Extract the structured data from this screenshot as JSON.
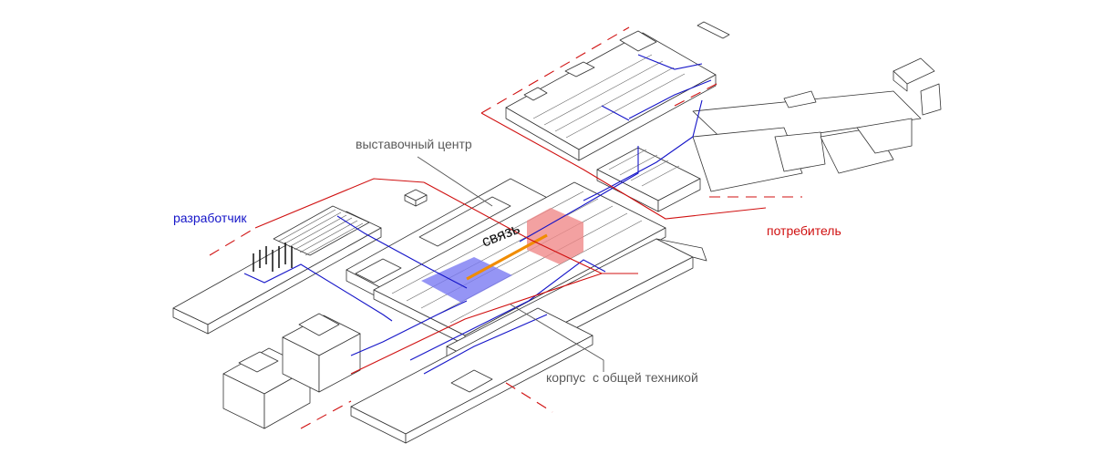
{
  "labels": {
    "exhibition_center": "выставочный центр",
    "developer": "разработчик",
    "consumer": "потребитель",
    "link": "связь",
    "shared_equipment_building": "корпус  с общей техникой"
  },
  "colors": {
    "developer": "#1414c8",
    "consumer": "#d01010",
    "link": "#f08c00",
    "developer_zone": "#7b7bf2",
    "consumer_zone": "#f08a8a",
    "leader": "#555555",
    "building_stroke": "#333333"
  }
}
